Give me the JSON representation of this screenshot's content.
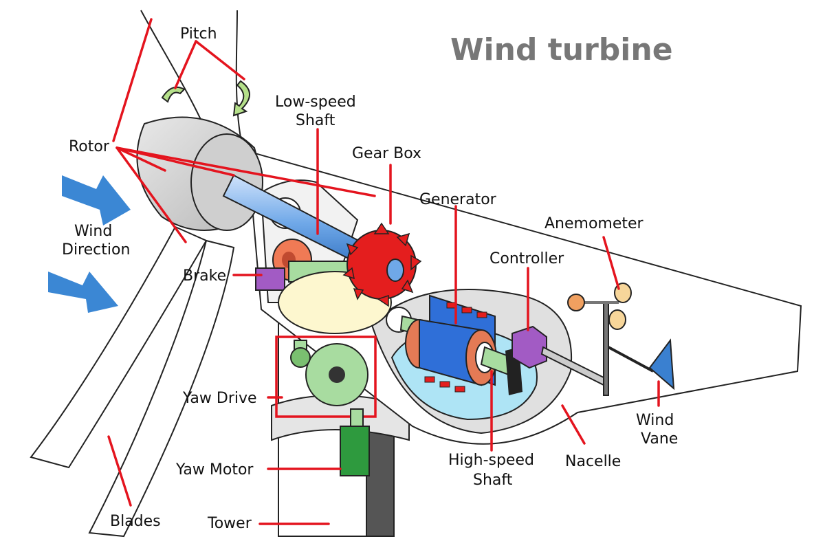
{
  "title": "Wind turbine",
  "labels": {
    "pitch": "Pitch",
    "rotor": "Rotor",
    "low_speed_shaft_1": "Low-speed",
    "low_speed_shaft_2": "Shaft",
    "gear_box": "Gear Box",
    "generator": "Generator",
    "anemometer": "Anemometer",
    "controller": "Controller",
    "wind_direction_1": "Wind",
    "wind_direction_2": "Direction",
    "brake": "Brake",
    "yaw_drive": "Yaw Drive",
    "wind_vane_1": "Wind",
    "wind_vane_2": "Vane",
    "yaw_motor": "Yaw Motor",
    "high_speed_shaft_1": "High-speed",
    "high_speed_shaft_2": "Shaft",
    "nacelle": "Nacelle",
    "blades": "Blades",
    "tower": "Tower"
  },
  "colors": {
    "leader": "#e4141e",
    "wind_arrow": "#3b87d4",
    "shaft": "#6fa8e8",
    "gear_red": "#e41e1e",
    "generator_blue": "#2f6fd8",
    "controller_purple": "#a25bc4",
    "yaw_gear_green": "#a8dca0",
    "yaw_motor_green": "#2e9a3e",
    "pitch_arrow": "#b5e08a",
    "hub_gray": "#d0d0d0",
    "brake_orange": "#f07a55",
    "vane_blue": "#3a80d0",
    "anemometer_cup": "#f7d69a"
  }
}
